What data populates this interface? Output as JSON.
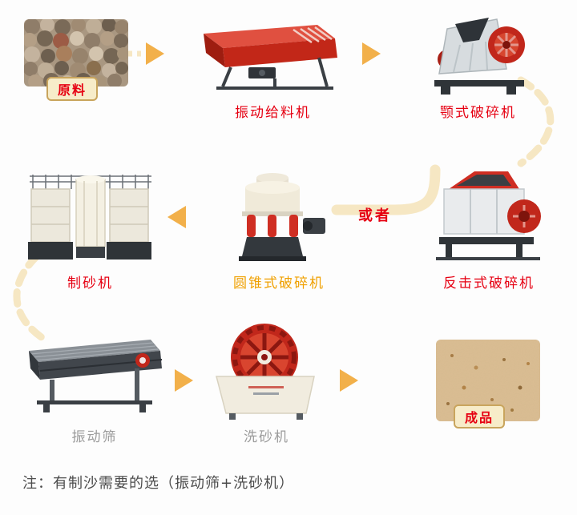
{
  "labels": {
    "raw_material": "原料",
    "vibrating_feeder": "振动给料机",
    "jaw_crusher": "颚式破碎机",
    "impact_crusher": "反击式破碎机",
    "or": "或者",
    "cone_crusher": "圆锥式破碎机",
    "sand_maker": "制砂机",
    "vibrating_screen": "振动筛",
    "sand_washer": "洗砂机",
    "finished_product": "成品",
    "note": "注：有制沙需要的选（振动筛+洗砂机）"
  },
  "colors": {
    "arrow": "#f2b04a",
    "connector_path": "#f6e7c3",
    "label_red": "#e60012",
    "label_orange": "#f0a000",
    "label_gray": "#9b9b9b",
    "tag_background": "#f7ecc9",
    "tag_border": "#c9a55d",
    "machine_red": "#c1271b",
    "note_text": "#4c4c4c"
  },
  "images": {
    "raw_material": "pebbles-photo",
    "vibrating_feeder": "vibrating-feeder-machine",
    "jaw_crusher": "jaw-crusher-machine",
    "impact_crusher": "impact-crusher-machine",
    "cone_crusher": "cone-crusher-machine",
    "sand_maker": "sand-making-machine",
    "vibrating_screen": "vibrating-screen-machine",
    "sand_washer": "wheel-sand-washer-machine",
    "finished_product": "sand-photo"
  }
}
